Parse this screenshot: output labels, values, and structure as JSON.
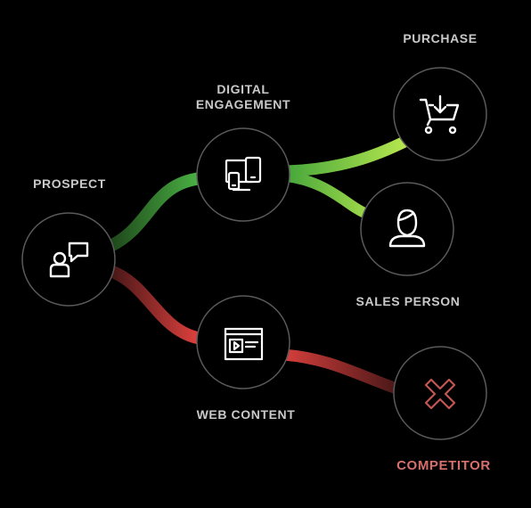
{
  "nodes": {
    "prospect": {
      "label": "PROSPECT",
      "icon": "chat-person-icon"
    },
    "digital_engagement": {
      "label_line1": "DIGITAL",
      "label_line2": "ENGAGEMENT",
      "icon": "devices-icon"
    },
    "purchase": {
      "label": "PURCHASE",
      "icon": "cart-download-icon"
    },
    "sales_person": {
      "label": "SALES PERSON",
      "icon": "person-icon"
    },
    "web_content": {
      "label": "WEB CONTENT",
      "icon": "browser-video-icon"
    },
    "competitor": {
      "label": "COMPETITOR",
      "icon": "x-icon"
    }
  },
  "colors": {
    "background": "#000000",
    "node_border": "#5a5a5a",
    "label": "#c9c9c9",
    "competitor": "#d6706c",
    "positive_light": "#a8e04a",
    "positive_dark": "#2f7a2a",
    "negative_light": "#e0423f",
    "negative_dark": "#3a1414"
  }
}
